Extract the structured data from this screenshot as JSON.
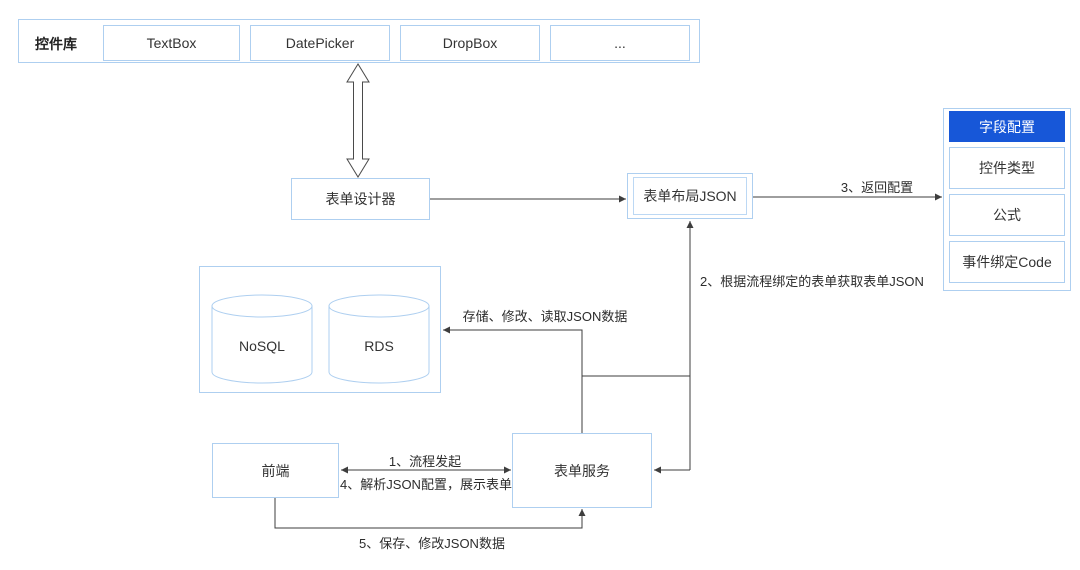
{
  "diagram": {
    "control_library": {
      "label": "控件库",
      "items": [
        "TextBox",
        "DatePicker",
        "DropBox",
        "..."
      ]
    },
    "nodes": {
      "form_designer": "表单设计器",
      "form_layout_json": "表单布局JSON",
      "frontend": "前端",
      "form_service": "表单服务",
      "nosql": "NoSQL",
      "rds": "RDS"
    },
    "config_panel": {
      "header": "字段配置",
      "items": [
        "控件类型",
        "公式",
        "事件绑定Code"
      ]
    },
    "edge_labels": {
      "store": "存储、修改、读取JSON数据",
      "step1": "1、流程发起",
      "step2": "2、根据流程绑定的表单获取表单JSON",
      "step3": "3、返回配置",
      "step4": "4、解析JSON配置，展示表单",
      "step5": "5、保存、修改JSON数据"
    },
    "colors": {
      "box_border": "#aecff0",
      "header_bg": "#1757d8",
      "header_text": "#ffffff",
      "line": "#3d3d3d",
      "text": "#333333"
    }
  }
}
